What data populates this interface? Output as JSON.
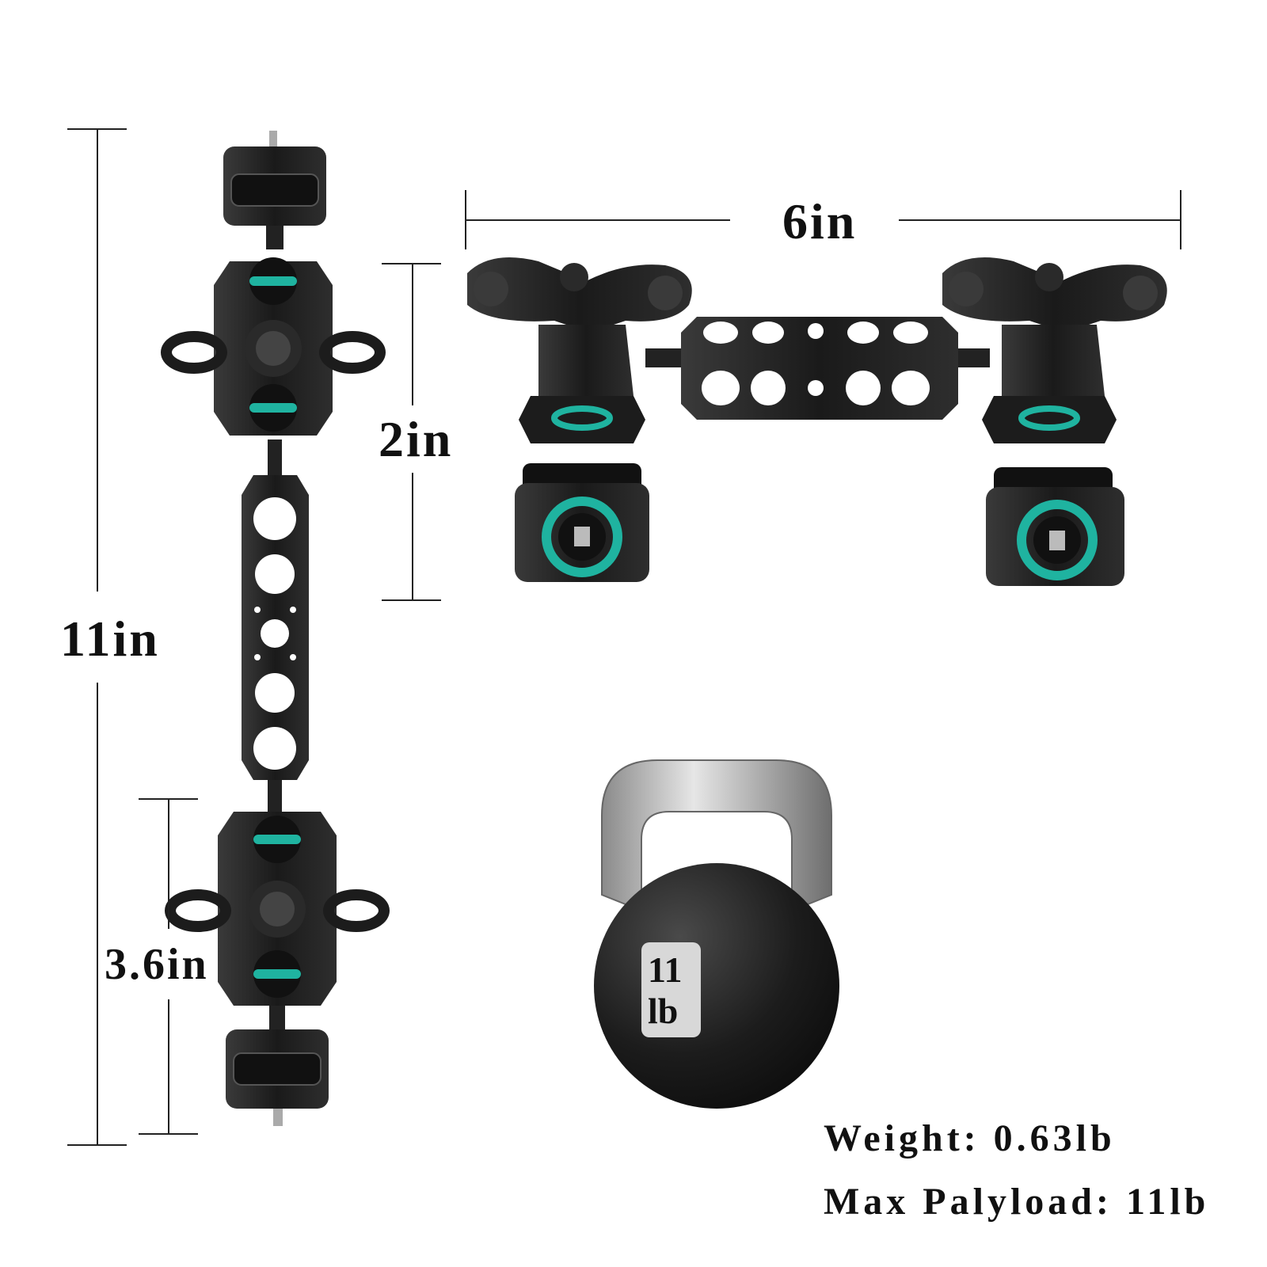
{
  "dimensions": {
    "total_length": "11in",
    "width": "6in",
    "height": "2in",
    "segment_length": "3.6in"
  },
  "kettlebell": {
    "line1": "11",
    "line2": "lb"
  },
  "specs": {
    "weight": "Weight: 0.63lb",
    "max_payload": "Max Palyload: 11lb"
  },
  "colors": {
    "accent": "#1fb3a0",
    "metal": "#1c1c1c"
  }
}
